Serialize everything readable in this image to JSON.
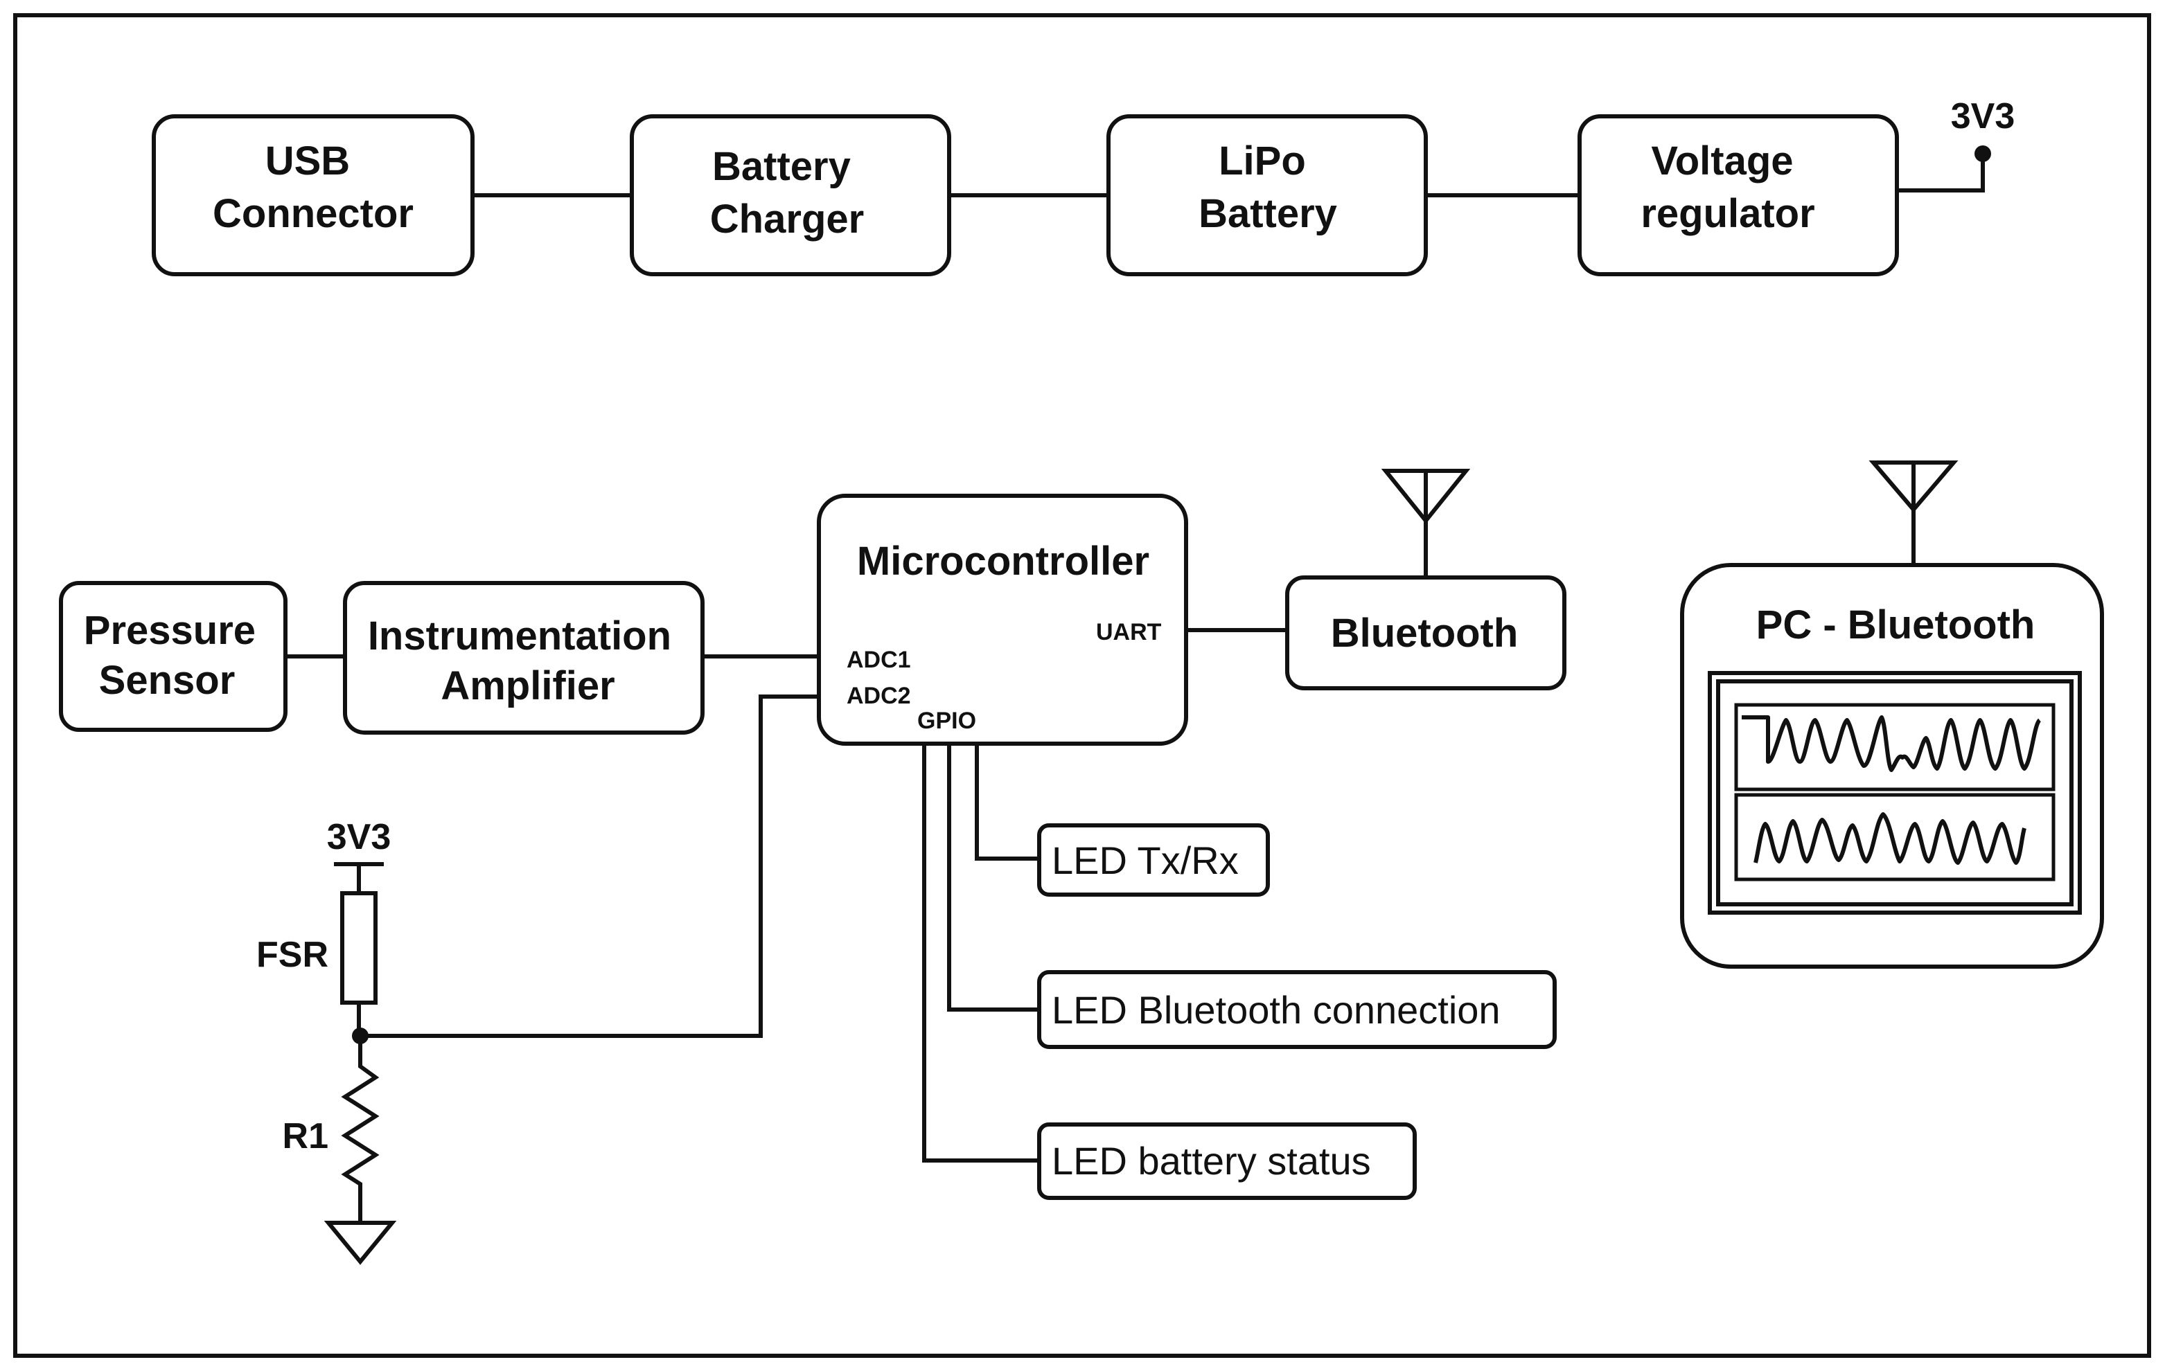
{
  "power_chain": {
    "usb_connector": [
      "USB",
      "Connector"
    ],
    "battery_charger": [
      "Battery",
      "Charger"
    ],
    "lipo_battery": [
      "LiPo",
      "Battery"
    ],
    "voltage_regulator": [
      "Voltage",
      "regulator"
    ],
    "output_rail": "3V3"
  },
  "signal_chain": {
    "pressure_sensor": [
      "Pressure",
      "Sensor"
    ],
    "instrumentation_amplifier": [
      "Instrumentation",
      "Amplifier"
    ],
    "microcontroller": {
      "title": "Microcontroller",
      "pins": {
        "adc1": "ADC1",
        "adc2": "ADC2",
        "gpio": "GPIO",
        "uart": "UART"
      }
    },
    "bluetooth": "Bluetooth"
  },
  "leds": {
    "tx_rx": "LED Tx/Rx",
    "bt_connection": "LED Bluetooth connection",
    "battery_status": "LED battery status"
  },
  "divider": {
    "supply": "3V3",
    "fsr": "FSR",
    "r1": "R1"
  },
  "pc": {
    "title": "PC - Bluetooth"
  }
}
